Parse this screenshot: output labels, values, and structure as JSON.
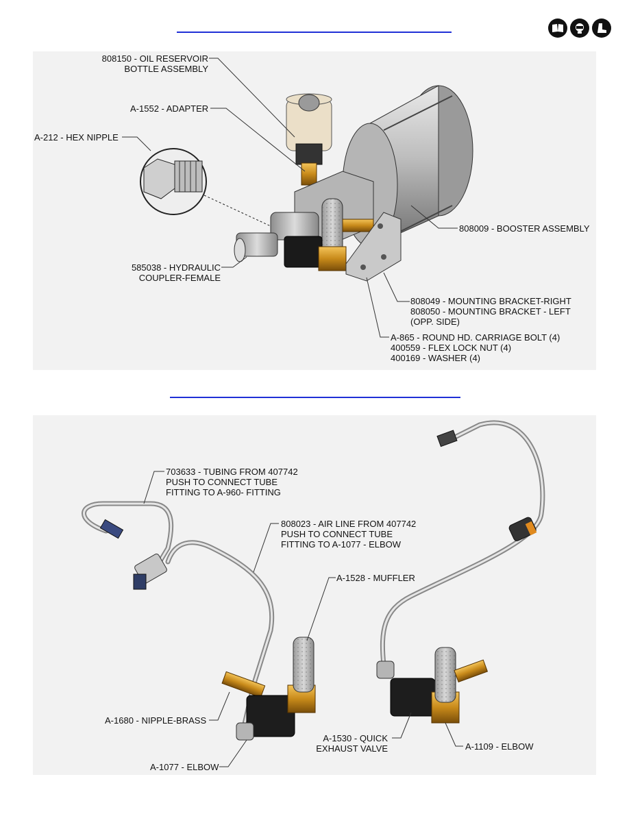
{
  "safety_icons": [
    "read-manual-icon",
    "face-shield-icon",
    "safety-boot-icon"
  ],
  "top_section": {
    "callouts": {
      "reservoir": [
        "808150 - OIL RESERVOIR",
        "BOTTLE ASSEMBLY"
      ],
      "adapter": "A-1552 - ADAPTER",
      "hex_nipple": "A-212 - HEX NIPPLE",
      "booster": "808009 - BOOSTER ASSEMBLY",
      "coupler": [
        "585038 - HYDRAULIC",
        "COUPLER-FEMALE"
      ],
      "bracket": [
        "808049 - MOUNTING BRACKET-RIGHT",
        "808050 - MOUNTING BRACKET - LEFT",
        "(OPP. SIDE)"
      ],
      "hardware": [
        "A-865 - ROUND HD. CARRIAGE BOLT (4)",
        "400559 - FLEX LOCK NUT (4)",
        "400169 - WASHER (4)"
      ]
    }
  },
  "bottom_section": {
    "callouts": {
      "tubing": [
        "703633 - TUBING FROM 407742",
        "PUSH TO CONNECT TUBE",
        "FITTING TO A-960- FITTING"
      ],
      "air_line": [
        "808023 - AIR LINE FROM 407742",
        "PUSH TO CONNECT TUBE",
        "FITTING TO A-1077 - ELBOW"
      ],
      "muffler": "A-1528 - MUFFLER",
      "nipple_brass": "A-1680 - NIPPLE-BRASS",
      "elbow_1077": "A-1077 - ELBOW",
      "quick_exhaust": [
        "A-1530 - QUICK",
        "EXHAUST VALVE"
      ],
      "elbow_1109": "A-1109 - ELBOW"
    }
  }
}
